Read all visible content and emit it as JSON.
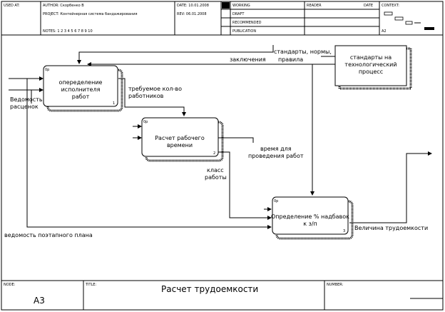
{
  "header": {
    "used_at": "USED AT:",
    "author": "AUTHOR: Скорбенко В",
    "project": "PROJECT: Контейнерная система бандажирования",
    "date": "DATE: 10.01.2008",
    "rev": "REV: 06.01.2008",
    "notes": "NOTES: 1 2 3 4 5 6 7 8 9 10",
    "status_working": "WORKING",
    "status_draft": "DRAFT",
    "status_recommended": "RECOMMENDED",
    "status_publication": "PUBLICATION",
    "reader": "READER",
    "reader_date": "DATE",
    "context": "CONTEXT:",
    "node_ref": "A2"
  },
  "diagram": {
    "box1": {
      "label_line1": "опеределение",
      "label_line2": "исполнителя",
      "label_line3": "работ",
      "number": "1",
      "cost": "0р"
    },
    "box2": {
      "label_line1": "Расчет рабочего",
      "label_line2": "времени",
      "number": "2",
      "cost": "0р"
    },
    "box3": {
      "label_line1": "Определение % надбавок",
      "label_line2": "к з/п",
      "number": "3",
      "cost": "0р"
    },
    "standards_box": {
      "line1": "стандарты на",
      "line2": "технологический",
      "line3": "процесс"
    },
    "arrows": {
      "conclusions": "заключения",
      "standards_norms_line1": "стандарты, нормы,",
      "standards_norms_line2": "правила",
      "statement_line1": "Ведомость",
      "statement_line2": "расценок",
      "required_line1": "требуемое кол-во",
      "required_line2": "работников",
      "work_time_line1": "время для",
      "work_time_line2": "проведения работ",
      "class_line1": "класс",
      "class_line2": "работы",
      "stage_plan": "ведомость поэтапного плана",
      "labor": "Величина трудоемкости"
    }
  },
  "footer": {
    "node_label": "NODE:",
    "node_value": "A3",
    "title_label": "TITLE:",
    "title_value": "Расчет трудоемкости",
    "number_label": "NUMBER:"
  }
}
